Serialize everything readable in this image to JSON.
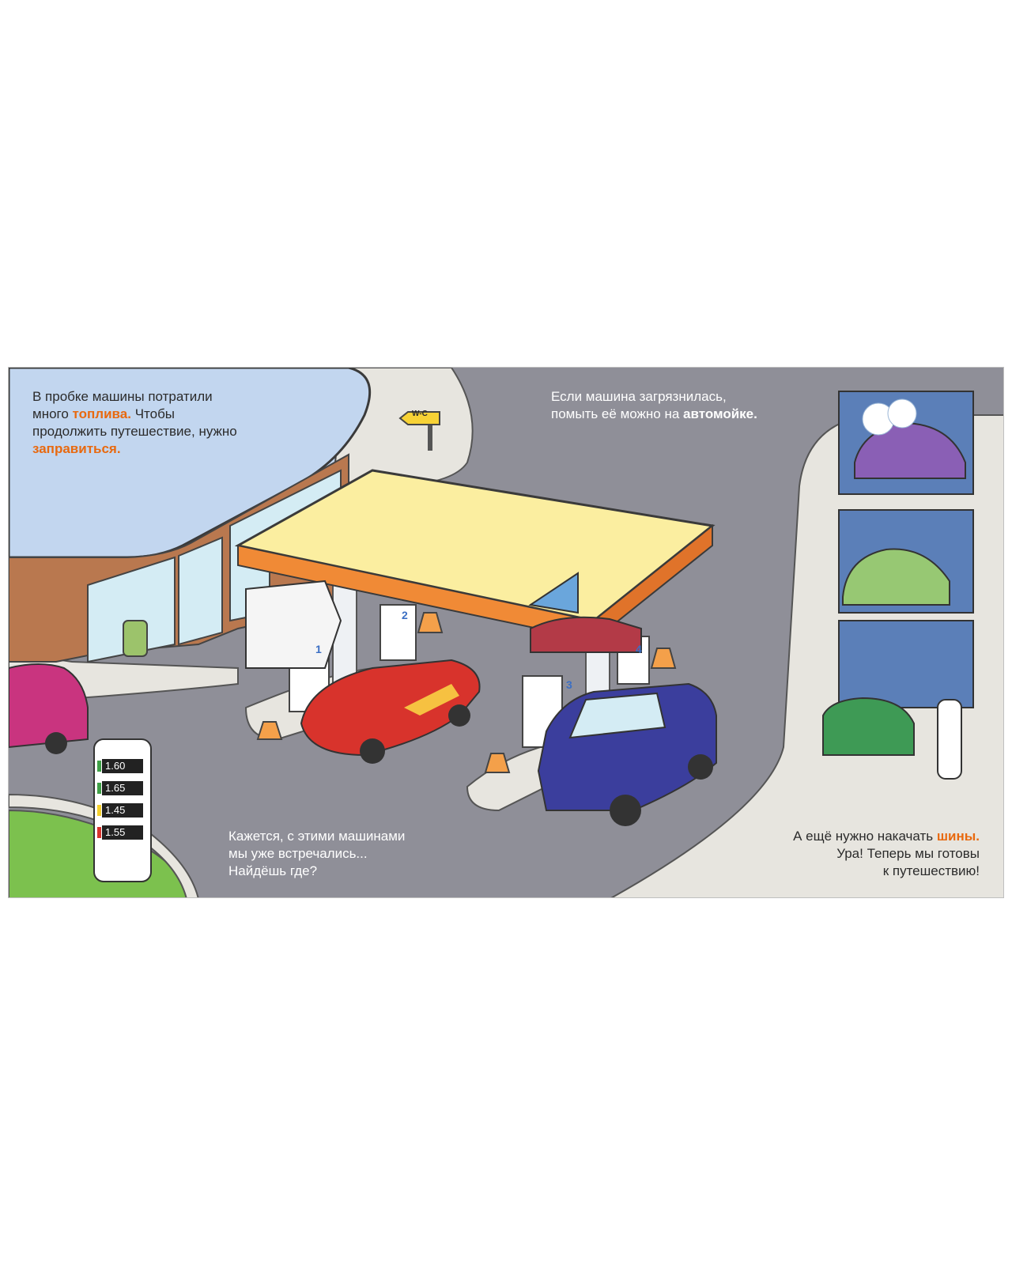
{
  "texts": {
    "intro": {
      "line1": "В пробке машины потратили",
      "line2_pre": "много ",
      "line2_hl": "топлива.",
      "line2_post": " Чтобы",
      "line3": "продолжить путешествие, нужно",
      "line4_hl": "заправиться."
    },
    "wash": {
      "line1": "Если машина загрязнилась,",
      "line2_pre": "помыть её можно на ",
      "line2_hl": "автомойке."
    },
    "cars": {
      "line1": "Кажется, с этими машинами",
      "line2": "мы уже встречались...",
      "line3": "Найдёшь где?"
    },
    "tyres": {
      "line1_pre": "А ещё нужно накачать ",
      "line1_hl": "шины.",
      "line2": "Ура! Теперь мы готовы",
      "line3": "к путешествию!"
    }
  },
  "signs": {
    "wc": "W-C",
    "prices": [
      "1.60",
      "1.65",
      "1.45",
      "1.55"
    ],
    "pumps": [
      "1",
      "2",
      "3",
      "4"
    ]
  },
  "colors": {
    "road": "#8f8f98",
    "sidewalk": "#e7e5df",
    "canopy_roof": "#fbeea0",
    "canopy_edge": "#f08a36",
    "shop_roof": "#c2d6ef",
    "highlight": "#e8690f"
  }
}
